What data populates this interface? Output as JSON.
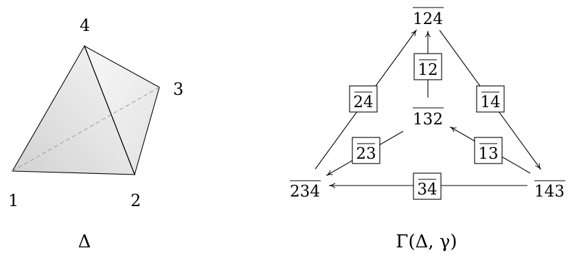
{
  "tetrahedron": {
    "vertices": {
      "v1": "1",
      "v2": "2",
      "v3": "3",
      "v4": "4"
    },
    "caption": "Δ"
  },
  "graph": {
    "nodes": {
      "top": "124",
      "center": "132",
      "left": "234",
      "right": "143"
    },
    "edge_labels": {
      "e12": "12",
      "e24": "24",
      "e14": "14",
      "e23": "23",
      "e13": "13",
      "e34": "34"
    },
    "caption": "Γ(Δ, γ)"
  }
}
